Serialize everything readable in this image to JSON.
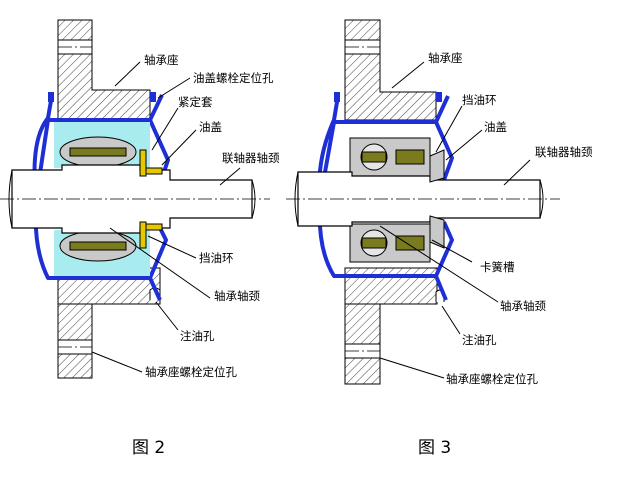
{
  "figure2": {
    "caption": "图 2",
    "labels": {
      "bearing_seat": "轴承座",
      "cover_bolt_hole": "油盖螺栓定位孔",
      "tight_sleeve": "紧定套",
      "oil_cover": "油盖",
      "coupling_journal": "联轴器轴颈",
      "oil_ring": "挡油环",
      "bearing_journal": "轴承轴颈",
      "oil_hole": "注油孔",
      "seat_bolt_hole": "轴承座螺栓定位孔"
    }
  },
  "figure3": {
    "caption": "图 3",
    "labels": {
      "bearing_seat": "轴承座",
      "oil_ring": "挡油环",
      "oil_cover": "油盖",
      "coupling_journal": "联轴器轴颈",
      "snap_groove": "卡簧槽",
      "bearing_journal": "轴承轴颈",
      "oil_hole": "注油孔",
      "seat_bolt_hole": "轴承座螺栓定位孔"
    }
  },
  "colors": {
    "cover": "#1f2fd6",
    "oil_cyan": "#a8ecf0",
    "bearing_gray": "#c9c9c9",
    "roller_olive": "#7a7a1e",
    "sleeve_yellow": "#e6c800"
  }
}
